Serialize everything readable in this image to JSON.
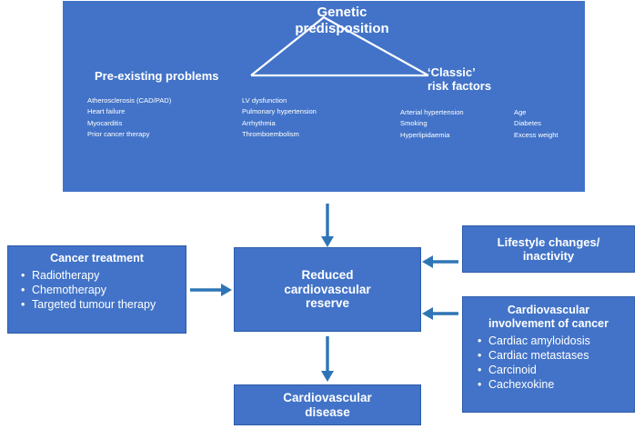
{
  "colors": {
    "box_fill": "#4273C8",
    "box_border": "#2B5BA8",
    "arrow": "#2E75B6",
    "text": "#FFFFFF",
    "background": "#FFFFFF"
  },
  "top_panel": {
    "title": "Genetic predisposition",
    "title_line1": "Genetic",
    "title_line2": "predisposition",
    "left_heading": "Pre-existing problems",
    "right_heading_line1": "‘Classic’",
    "right_heading_line2": "risk factors",
    "right_heading": "‘Classic’ risk factors",
    "columns": [
      {
        "name": "pre-existing-column-1",
        "items": [
          "Atherosclerosis (CAD/PAD)",
          "Heart failure",
          "Myocarditis",
          "Prior cancer therapy"
        ]
      },
      {
        "name": "pre-existing-column-2",
        "items": [
          "LV dysfunction",
          "Pulmonary hypertension",
          "Arrhythmia",
          "Thromboembolism"
        ]
      },
      {
        "name": "risk-factors-column-1",
        "items": [
          "Arterial hypertension",
          "Smoking",
          "Hyperlipidaemia"
        ]
      },
      {
        "name": "risk-factors-column-2",
        "items": [
          "Age",
          "Diabetes",
          "Excess weight"
        ]
      }
    ]
  },
  "cancer_treatment": {
    "heading": "Cancer treatment",
    "items": [
      "Radiotherapy",
      "Chemotherapy",
      "Targeted tumour therapy"
    ],
    "bullet": "•"
  },
  "reduced_reserve": {
    "line1": "Reduced",
    "line2": "cardiovascular",
    "line3": "reserve",
    "text": "Reduced cardiovascular reserve"
  },
  "lifestyle": {
    "line1": "Lifestyle changes/",
    "line2": "inactivity",
    "text": "Lifestyle changes/ inactivity"
  },
  "cv_involvement": {
    "heading_line1": "Cardiovascular",
    "heading_line2": "involvement of cancer",
    "heading": "Cardiovascular involvement of cancer",
    "items": [
      "Cardiac amyloidosis",
      "Cardiac metastases",
      "Carcinoid",
      "Cachexokine"
    ],
    "bullet": "•"
  },
  "cv_disease": {
    "line1": "Cardiovascular",
    "line2": "disease",
    "text": "Cardiovascular disease"
  },
  "arrows": [
    {
      "name": "arrow-top-to-reserve",
      "direction": "down"
    },
    {
      "name": "arrow-treatment-to-reserve",
      "direction": "right"
    },
    {
      "name": "arrow-lifestyle-to-reserve",
      "direction": "left"
    },
    {
      "name": "arrow-involvement-to-reserve",
      "direction": "left"
    },
    {
      "name": "arrow-reserve-to-disease",
      "direction": "down"
    }
  ]
}
